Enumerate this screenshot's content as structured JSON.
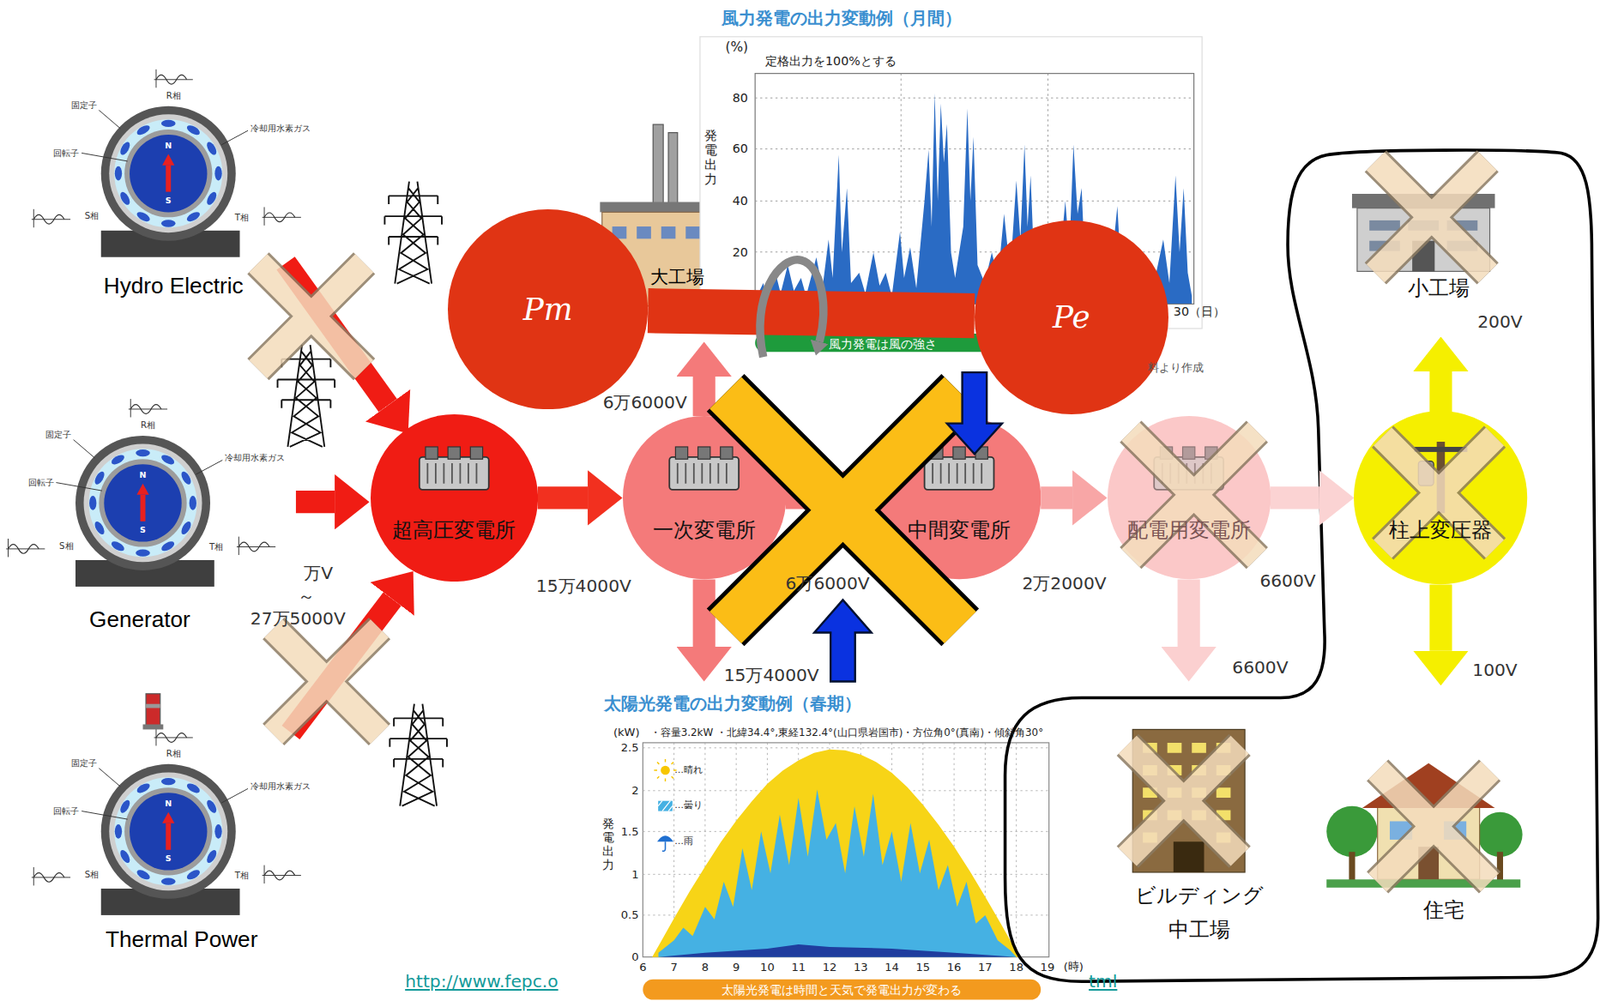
{
  "diagram": {
    "nodes": [
      {
        "text": [
          "Pm"
        ]
      },
      {
        "text": [
          "Pe"
        ]
      },
      {
        "text": [
          "超高圧変電所"
        ]
      },
      {
        "text": [
          "一次変電所"
        ]
      },
      {
        "text": [
          "中間変電所"
        ]
      },
      {
        "text": [
          "配電用変電所"
        ]
      },
      {
        "text": [
          "柱上変圧器"
        ]
      }
    ],
    "edges": [
      {
        "from": 0,
        "to": 1,
        "arrow": "none"
      },
      {
        "from": 2,
        "to": 3,
        "arrow": "to"
      },
      {
        "from": 3,
        "to": 4,
        "arrow": "to"
      },
      {
        "from": 4,
        "to": 5,
        "arrow": "to"
      },
      {
        "from": 5,
        "to": 6,
        "arrow": "to"
      }
    ],
    "labels": [
      "固定子",
      "R相",
      "冷却用水素ガス",
      "回転子",
      "S相",
      "T相",
      "N",
      "S",
      "Hydro Electric",
      "固定子",
      "R相",
      "冷却用水素ガス",
      "回転子",
      "S相",
      "T相",
      "N",
      "S",
      "Generator",
      "固定子",
      "R相",
      "冷却用水素ガス",
      "回転子",
      "S相",
      "T相",
      "N",
      "S",
      "Thermal Power",
      "万V",
      "～",
      "27万5000V",
      "15万4000V",
      "6万6000V",
      "15万4000V",
      "6万6000V",
      "2万2000V",
      "6600V",
      "6600V",
      "200V",
      "100V",
      "大工場",
      "小工場",
      "ビルディング",
      "中工場",
      "住宅",
      "風力発電の出力変動例（月間）",
      "(%)",
      "定格出力を100%とする",
      "80",
      "60",
      "40",
      "20",
      "発電出力",
      "30（日）",
      "風力発電は風の強さ",
      "料より作成",
      "太陽光発電の出力変動例（春期）",
      "(kW)",
      "・容量3.2kW ・北緯34.4°,東経132.4°(山口県岩国市)・方位角0°(真南)・傾斜角30°",
      "2.5",
      "2",
      "1.5",
      "1",
      "0.5",
      "0",
      "6",
      "7",
      "8",
      "9",
      "10",
      "11",
      "12",
      "13",
      "14",
      "15",
      "16",
      "17",
      "18",
      "19",
      "(時)",
      "発電出力",
      "太陽光発電は時間と天気で発電出力が変わる",
      "http://www.fepc.o",
      "tml"
    ],
    "legend": [
      {
        "text": "…晴れ"
      },
      {
        "text": "…曇り"
      },
      {
        "text": "…雨"
      }
    ]
  }
}
